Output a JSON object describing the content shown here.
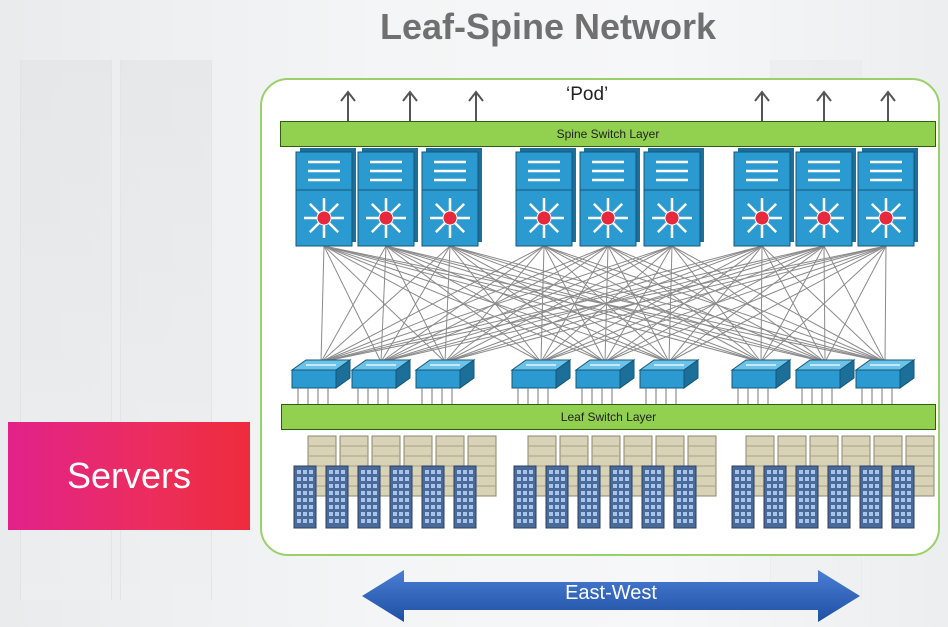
{
  "title": "Leaf-Spine Network",
  "servers_label": "Servers",
  "pod_label": "‘Pod’",
  "spine_layer_label": "Spine Switch Layer",
  "leaf_layer_label": "Leaf Switch Layer",
  "east_west_label": "East-West",
  "colors": {
    "title": "#707070",
    "servers_box": "#e9246e",
    "layer_bar": "#92d050",
    "pod_border": "#9ad06a",
    "switch_blue": "#2a9ad0",
    "arrow_blue": "#2e62b8"
  },
  "icons": [
    "up-arrow-icon",
    "spine-switch-icon",
    "leaf-switch-icon",
    "server-rack-icon",
    "double-arrow-icon"
  ]
}
